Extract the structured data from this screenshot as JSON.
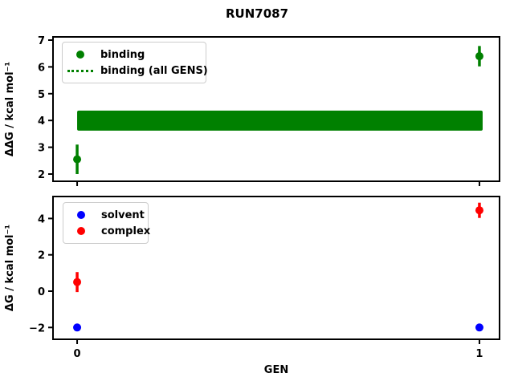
{
  "title": "RUN7087",
  "colors": {
    "binding": "#008000",
    "solvent": "#0000ff",
    "complex": "#ff0000",
    "axis": "#000000",
    "legend_border": "#cccccc",
    "background": "#ffffff"
  },
  "chart_data": [
    {
      "type": "scatter",
      "subplot": "top",
      "ylabel": "ΔΔG / kcal mol⁻¹",
      "xlabel": "",
      "xlim": [
        -0.06,
        1.05
      ],
      "ylim": [
        1.73,
        7.12
      ],
      "xticks": [
        0,
        1
      ],
      "xticklabels": [],
      "yticks": [
        2,
        3,
        4,
        5,
        6,
        7
      ],
      "yticklabels": [
        "2",
        "3",
        "4",
        "5",
        "6",
        "7"
      ],
      "grid": false,
      "legend_position": "upper left",
      "legend": [
        {
          "label": "binding",
          "swatch": "dot",
          "color": "#008000"
        },
        {
          "label": "binding (all GENS)",
          "swatch": "dotted-line",
          "color": "#008000"
        }
      ],
      "band": {
        "label": "binding (all GENS)",
        "color": "#008000",
        "x0": 0,
        "x1": 1,
        "ymin": 3.62,
        "ymax": 4.37
      },
      "series": [
        {
          "name": "binding",
          "color": "#008000",
          "marker": "o",
          "x": [
            0,
            1
          ],
          "y": [
            2.55,
            6.4
          ],
          "yerr": [
            0.55,
            0.38
          ]
        }
      ]
    },
    {
      "type": "scatter",
      "subplot": "bottom",
      "ylabel": "ΔG / kcal mol⁻¹",
      "xlabel": "GEN",
      "xlim": [
        -0.06,
        1.05
      ],
      "ylim": [
        -2.65,
        5.21
      ],
      "xticks": [
        0,
        1
      ],
      "xticklabels": [
        "0",
        "1"
      ],
      "yticks": [
        -2,
        0,
        2,
        4
      ],
      "yticklabels": [
        "−2",
        "0",
        "2",
        "4"
      ],
      "grid": false,
      "legend_position": "upper left",
      "legend": [
        {
          "label": "solvent",
          "swatch": "dot",
          "color": "#0000ff"
        },
        {
          "label": "complex",
          "swatch": "dot",
          "color": "#ff0000"
        }
      ],
      "series": [
        {
          "name": "solvent",
          "color": "#0000ff",
          "marker": "o",
          "x": [
            0,
            1
          ],
          "y": [
            -2.0,
            -2.0
          ],
          "yerr": [
            0.05,
            0.05
          ]
        },
        {
          "name": "complex",
          "color": "#ff0000",
          "marker": "o",
          "x": [
            0,
            1
          ],
          "y": [
            0.5,
            4.45
          ],
          "yerr": [
            0.55,
            0.42
          ]
        }
      ]
    }
  ]
}
